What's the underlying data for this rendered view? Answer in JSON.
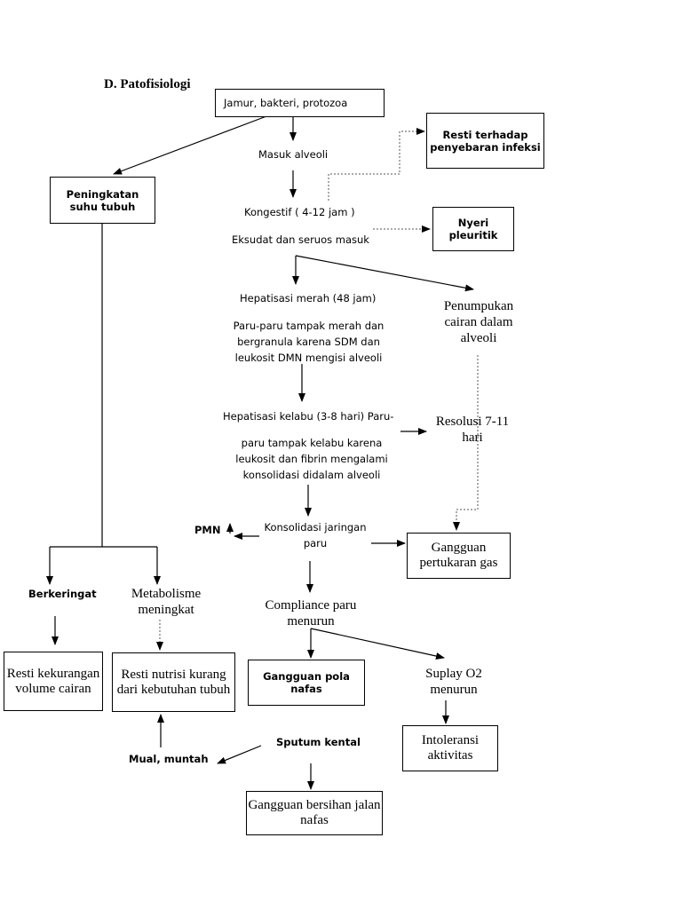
{
  "heading": "D.  Patofisiologi",
  "nodes": {
    "cause": "Jamur, bakteri, protozoa",
    "masuk_alveoli": "Masuk alveoli",
    "kongestif": "Kongestif ( 4-12 jam )",
    "eksudat": "Eksudat dan seruos masuk",
    "hepatisasi_merah": "Hepatisasi merah (48 jam)",
    "hepatisasi_merah_desc": "Paru-paru tampak merah dan bergranula karena SDM dan leukosit DMN mengisi alveoli",
    "hepatisasi_kelabu": "Hepatisasi kelabu (3-8 hari) Paru-",
    "hepatisasi_kelabu_desc": "paru tampak kelabu karena leukosit dan fibrin mengalami konsolidasi didalam alveoli",
    "konsolidasi": "Konsolidasi jaringan paru",
    "pmn": "PMN",
    "compliance": "Compliance paru menurun",
    "sputum": "Sputum kental",
    "peningkatan_suhu": "Peningkatan suhu tubuh",
    "berkeringat": "Berkeringat",
    "metabolisme": "Metabolisme meningkat",
    "mual_muntah": "Mual, muntah",
    "penumpukan": "Penumpukan cairan dalam alveoli",
    "resolusi": "Resolusi 7-11 hari",
    "suplay_o2": "Suplay O2 menurun"
  },
  "problems": {
    "resti_infeksi": "Resti terhadap penyebaran infeksi",
    "nyeri": "Nyeri pleuritik",
    "gangguan_gas": "Gangguan pertukaran gas",
    "resti_cairan": "Resti kekurangan volume cairan",
    "resti_nutrisi": "Resti nutrisi kurang dari kebutuhan tubuh",
    "gangguan_pola": "Gangguan pola nafas",
    "intoleransi": "Intoleransi aktivitas",
    "gangguan_bersihan": "Gangguan bersihan jalan nafas"
  }
}
